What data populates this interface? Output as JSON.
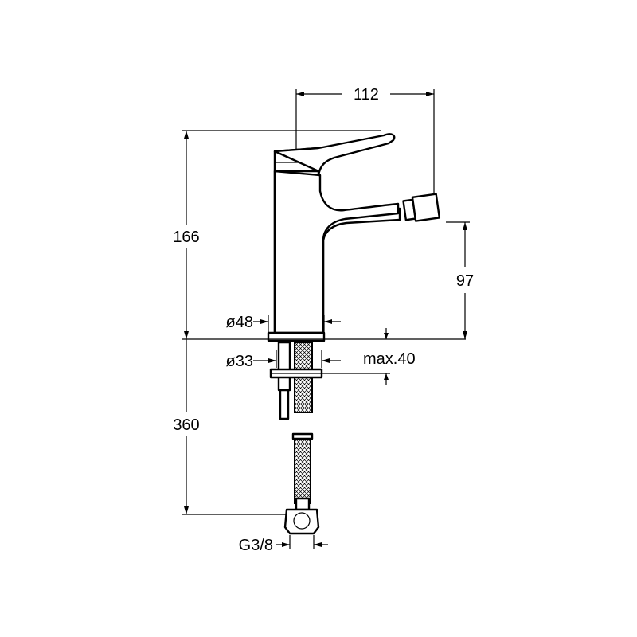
{
  "dimensions": {
    "width_112": "112",
    "height_166": "166",
    "spout_97": "97",
    "diam_48": "ø48",
    "diam_33": "ø33",
    "max_40": "max.40",
    "length_360": "360",
    "thread_g38": "G3/8"
  },
  "colors": {
    "line": "#000000",
    "background": "#ffffff"
  }
}
